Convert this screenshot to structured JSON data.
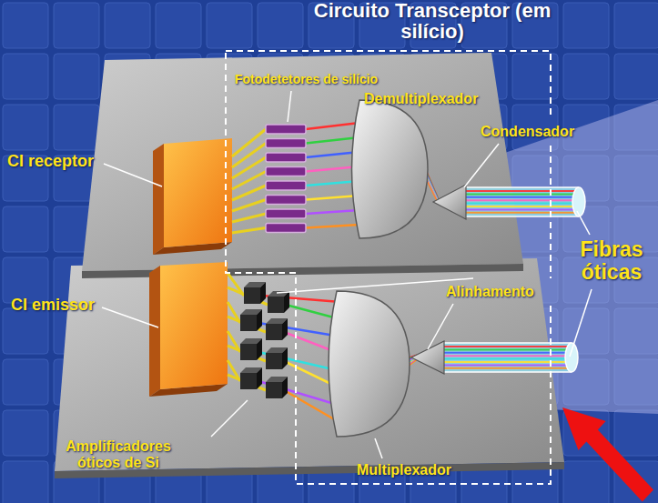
{
  "diagram": {
    "title": "Circuito Transceptor (em silício)",
    "labels": [
      "Fotodetetores de silício",
      "Demultiplexador",
      "Condensador",
      "CI receptor",
      "CI emissor",
      "Alinhamento",
      "Fibras óticas",
      "Amplificadores óticos de Si",
      "Multiplexador"
    ]
  }
}
